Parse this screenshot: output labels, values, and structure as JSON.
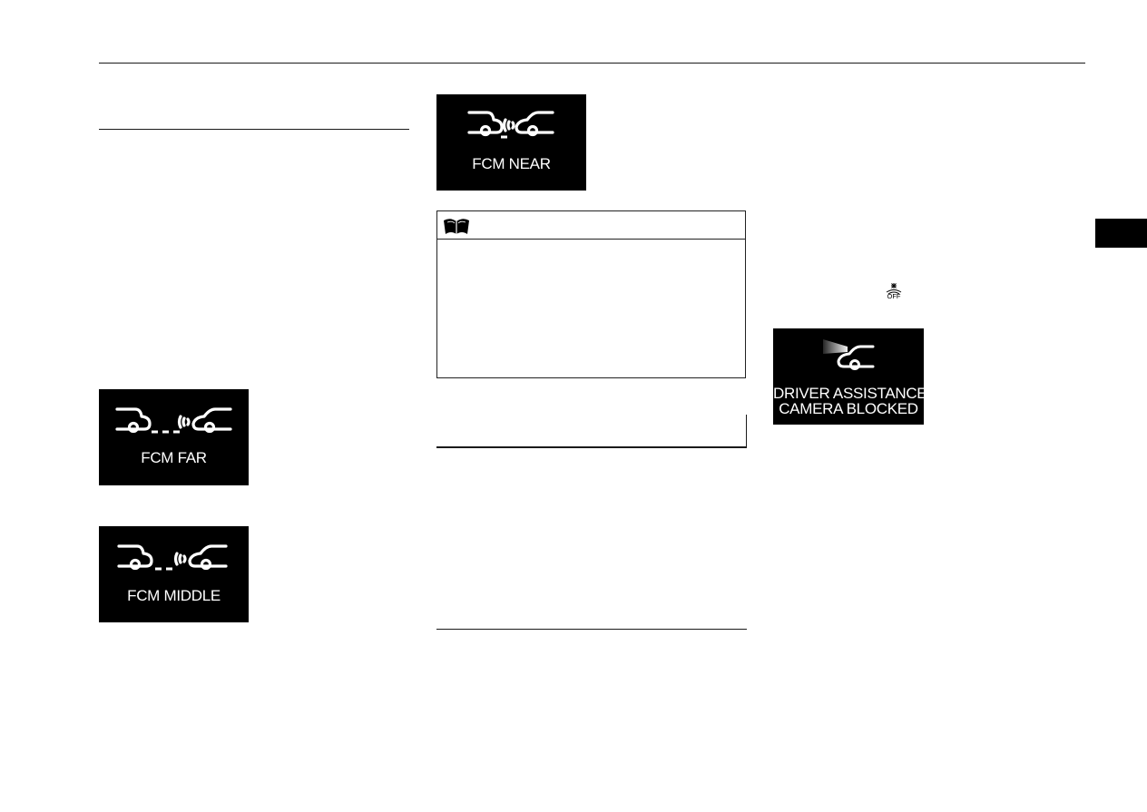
{
  "displays": {
    "fcm_far": {
      "label": "FCM  FAR"
    },
    "fcm_middle": {
      "label": "FCM MIDDLE"
    },
    "fcm_near": {
      "label": "FCM NEAR"
    },
    "camera_blocked": {
      "line1": "DRIVER ASSISTANCE",
      "line2": "CAMERA  BLOCKED"
    }
  },
  "inline_icon": {
    "name": "lamp-off-icon",
    "text": "OFF"
  },
  "note": {
    "icon": "open-book-icon"
  },
  "colors": {
    "display_bg": "#000000",
    "display_fg": "#ffffff",
    "rule": "#1a1a1a",
    "tab": "#000000"
  }
}
